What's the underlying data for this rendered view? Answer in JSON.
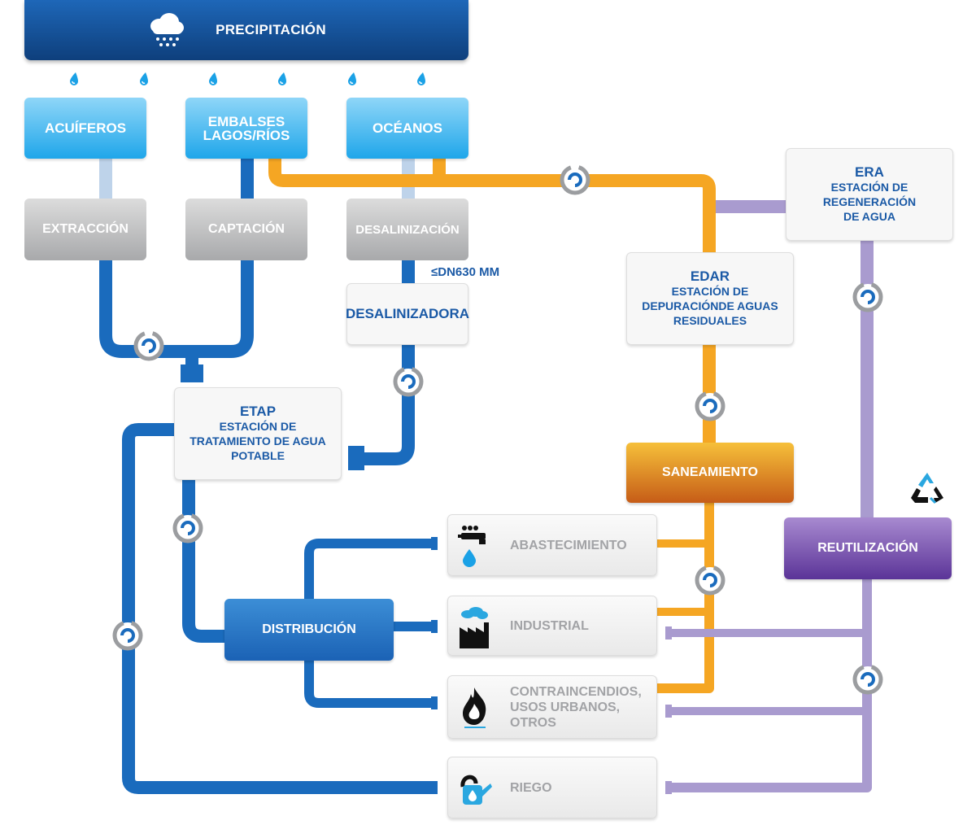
{
  "header": {
    "title": "PRECIPITACIÓN",
    "icon": "rain-cloud-icon"
  },
  "sources": {
    "acuiferos": "ACUÍFEROS",
    "embalses_line1": "EMBALSES",
    "embalses_line2": "LAGOS/RÍOS",
    "oceanos": "OCÉANOS"
  },
  "processes": {
    "extraccion": "EXTRACCIÓN",
    "captacion": "CAPTACIÓN",
    "desalinizacion": "DESALINIZACIÓN"
  },
  "pipe_label": "≤DN630 MM",
  "desalinizadora": "DESALINIZADORA",
  "etap": {
    "title": "ETAP",
    "line1": "ESTACIÓN DE",
    "line2": "TRATAMIENTO DE AGUA",
    "line3": "POTABLE"
  },
  "era": {
    "title": "ERA",
    "line1": "ESTACIÓN DE",
    "line2": "REGENERACIÓN",
    "line3": "DE AGUA"
  },
  "edar": {
    "title": "EDAR",
    "line1": "ESTACIÓN DE",
    "line2": "DEPURACIÓNDE AGUAS",
    "line3": "RESIDUALES"
  },
  "saneamiento": "SANEAMIENTO",
  "distribucion": "DISTRIBUCIÓN",
  "reutilizacion": "REUTILIZACIÓN",
  "uses": {
    "abastecimiento": "ABASTECIMIENTO",
    "industrial": "INDUSTRIAL",
    "contra_line1": "CONTRAINCENDIOS,",
    "contra_line2": "USOS URBANOS,",
    "contra_line3": "OTROS",
    "riego": "RIEGO"
  },
  "icons": [
    "rain-cloud-icon",
    "water-drop-icon",
    "valve-icon",
    "faucet-icon",
    "factory-icon",
    "fire-icon",
    "watering-can-icon",
    "recycle-icon"
  ],
  "colors": {
    "blue_pipe": "#1a6bbd",
    "light_pipe": "#bed3ea",
    "orange_pipe": "#f5a623",
    "purple_pipe": "#a99bcf",
    "text_blue": "#1b5aa6",
    "use_grey": "#a2a3a6"
  }
}
